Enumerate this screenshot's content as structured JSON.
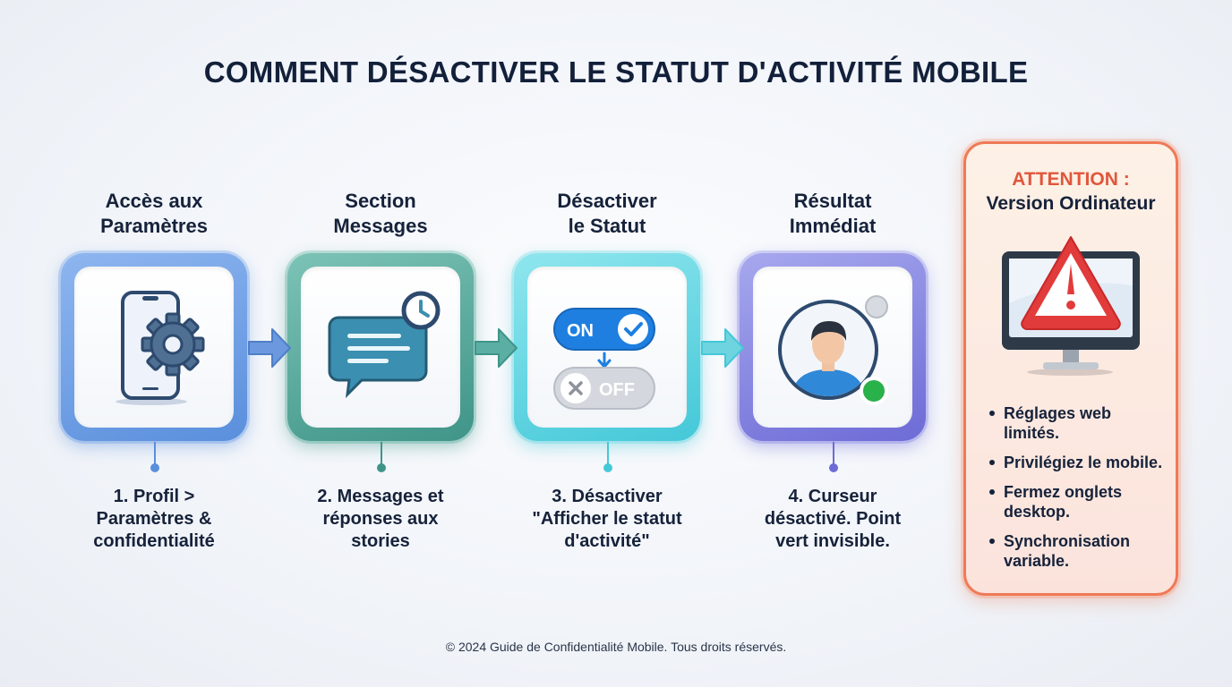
{
  "title": "COMMENT DÉSACTIVER LE STATUT D'ACTIVITÉ MOBILE",
  "steps": [
    {
      "title_line1": "Accès aux",
      "title_line2": "Paramètres",
      "desc_line1": "1. Profil >",
      "desc_line2": "Paramètres &",
      "desc_line3": "confidentialité",
      "icon": "phone-settings-icon",
      "color": "#5a8fdc"
    },
    {
      "title_line1": "Section",
      "title_line2": "Messages",
      "desc_line1": "2. Messages et",
      "desc_line2": "réponses aux",
      "desc_line3": "stories",
      "icon": "message-clock-icon",
      "color": "#3f9488"
    },
    {
      "title_line1": "Désactiver",
      "title_line2": "le Statut",
      "desc_line1": "3. Désactiver",
      "desc_line2": "\"Afficher le statut",
      "desc_line3": "d'activité\"",
      "icon": "toggle-on-off-icon",
      "color": "#44c8d8",
      "toggle_on": "ON",
      "toggle_off": "OFF"
    },
    {
      "title_line1": "Résultat",
      "title_line2": "Immédiat",
      "desc_line1": "4. Curseur",
      "desc_line2": "désactivé. Point",
      "desc_line3": "vert invisible.",
      "icon": "user-status-icon",
      "color": "#6d6bd6"
    }
  ],
  "warning": {
    "heading": "ATTENTION :",
    "subheading": "Version Ordinateur",
    "icon": "desktop-warning-icon",
    "color": "#ef7a57",
    "items": [
      {
        "line1": "Réglages web",
        "line2": "limités."
      },
      {
        "line1": "Privilégiez le mobile.",
        "line2": ""
      },
      {
        "line1": "Fermez onglets",
        "line2": "desktop."
      },
      {
        "line1": "Synchronisation",
        "line2": "variable."
      }
    ]
  },
  "footer": "© 2024 Guide de Confidentialité Mobile. Tous droits réservés."
}
